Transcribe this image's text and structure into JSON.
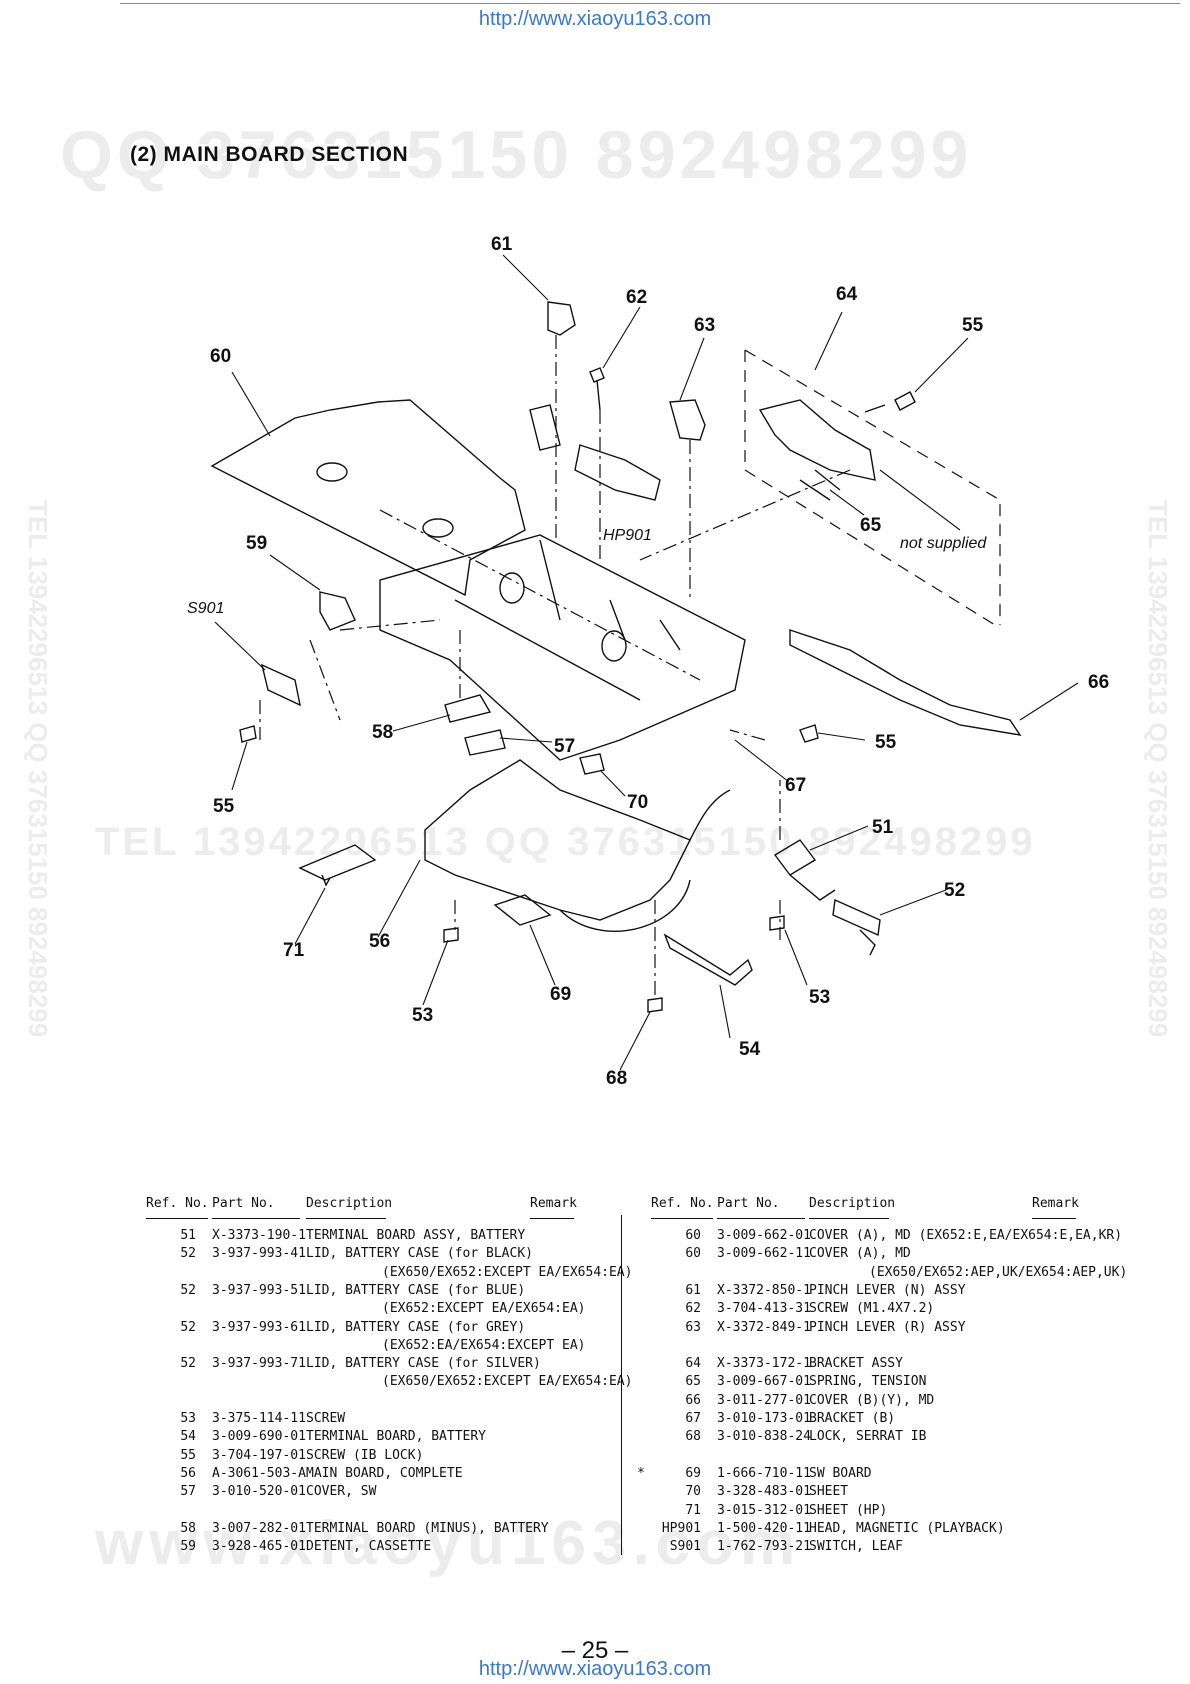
{
  "header": {
    "url": "http://www.xiaoyu163.com"
  },
  "footer": {
    "url": "http://www.xiaoyu163.com",
    "page": "– 25 –"
  },
  "watermarks": {
    "qq": "QQ 376315150   892498299",
    "tel": "TEL 13942296513   QQ 376315150  892498299",
    "web": "www.xiaoyu163.com",
    "side": "TEL 13942296513  QQ 376315150  892498299"
  },
  "section_title": "(2) MAIN BOARD SECTION",
  "diagram": {
    "callouts": [
      "51",
      "52",
      "53",
      "53",
      "54",
      "55",
      "55",
      "55",
      "56",
      "57",
      "58",
      "59",
      "60",
      "61",
      "62",
      "63",
      "64",
      "65",
      "66",
      "67",
      "68",
      "69",
      "70",
      "71"
    ],
    "hp901": "HP901",
    "s901": "S901",
    "not_supplied": "not supplied"
  },
  "table": {
    "headers": {
      "ref": "Ref. No.",
      "part": "Part No.",
      "desc": "Description",
      "remark": "Remark"
    },
    "left_rows": [
      {
        "mark": "",
        "ref": "51",
        "part": "X-3373-190-1",
        "desc": "TERMINAL BOARD ASSY, BATTERY"
      },
      {
        "mark": "",
        "ref": "52",
        "part": "3-937-993-41",
        "desc": "LID, BATTERY CASE (for BLACK)"
      },
      {
        "mark": "",
        "ref": "",
        "part": "",
        "desc": "(EX650/EX652:EXCEPT EA/EX654:EA)",
        "indent": true
      },
      {
        "mark": "",
        "ref": "52",
        "part": "3-937-993-51",
        "desc": "LID, BATTERY CASE (for BLUE)"
      },
      {
        "mark": "",
        "ref": "",
        "part": "",
        "desc": "(EX652:EXCEPT EA/EX654:EA)",
        "indent": true
      },
      {
        "mark": "",
        "ref": "52",
        "part": "3-937-993-61",
        "desc": "LID, BATTERY CASE (for GREY)"
      },
      {
        "mark": "",
        "ref": "",
        "part": "",
        "desc": "(EX652:EA/EX654:EXCEPT EA)",
        "indent": true
      },
      {
        "mark": "",
        "ref": "52",
        "part": "3-937-993-71",
        "desc": "LID, BATTERY CASE (for SILVER)"
      },
      {
        "mark": "",
        "ref": "",
        "part": "",
        "desc": "(EX650/EX652:EXCEPT EA/EX654:EA)",
        "indent": true
      },
      {
        "mark": "",
        "ref": "",
        "part": "",
        "desc": ""
      },
      {
        "mark": "",
        "ref": "53",
        "part": "3-375-114-11",
        "desc": "SCREW"
      },
      {
        "mark": "",
        "ref": "54",
        "part": "3-009-690-01",
        "desc": "TERMINAL BOARD, BATTERY"
      },
      {
        "mark": "",
        "ref": "55",
        "part": "3-704-197-01",
        "desc": "SCREW (IB LOCK)"
      },
      {
        "mark": "",
        "ref": "56",
        "part": "A-3061-503-A",
        "desc": "MAIN BOARD, COMPLETE"
      },
      {
        "mark": "",
        "ref": "57",
        "part": "3-010-520-01",
        "desc": "COVER, SW"
      },
      {
        "mark": "",
        "ref": "",
        "part": "",
        "desc": ""
      },
      {
        "mark": "",
        "ref": "58",
        "part": "3-007-282-01",
        "desc": "TERMINAL BOARD (MINUS), BATTERY"
      },
      {
        "mark": "",
        "ref": "59",
        "part": "3-928-465-01",
        "desc": "DETENT, CASSETTE"
      }
    ],
    "right_rows": [
      {
        "mark": "",
        "ref": "60",
        "part": "3-009-662-01",
        "desc": "COVER (A), MD (EX652:E,EA/EX654:E,EA,KR)"
      },
      {
        "mark": "",
        "ref": "60",
        "part": "3-009-662-11",
        "desc": "COVER (A), MD"
      },
      {
        "mark": "",
        "ref": "",
        "part": "",
        "desc": "(EX650/EX652:AEP,UK/EX654:AEP,UK)",
        "indent": true
      },
      {
        "mark": "",
        "ref": "61",
        "part": "X-3372-850-1",
        "desc": "PINCH LEVER (N) ASSY"
      },
      {
        "mark": "",
        "ref": "62",
        "part": "3-704-413-31",
        "desc": "SCREW (M1.4X7.2)"
      },
      {
        "mark": "",
        "ref": "63",
        "part": "X-3372-849-1",
        "desc": "PINCH LEVER (R) ASSY"
      },
      {
        "mark": "",
        "ref": "",
        "part": "",
        "desc": ""
      },
      {
        "mark": "",
        "ref": "64",
        "part": "X-3373-172-1",
        "desc": "BRACKET ASSY"
      },
      {
        "mark": "",
        "ref": "65",
        "part": "3-009-667-01",
        "desc": "SPRING, TENSION"
      },
      {
        "mark": "",
        "ref": "66",
        "part": "3-011-277-01",
        "desc": "COVER (B)(Y), MD"
      },
      {
        "mark": "",
        "ref": "67",
        "part": "3-010-173-01",
        "desc": "BRACKET (B)"
      },
      {
        "mark": "",
        "ref": "68",
        "part": "3-010-838-24",
        "desc": "LOCK, SERRAT IB"
      },
      {
        "mark": "",
        "ref": "",
        "part": "",
        "desc": ""
      },
      {
        "mark": "*",
        "ref": "69",
        "part": "1-666-710-11",
        "desc": "SW BOARD"
      },
      {
        "mark": "",
        "ref": "70",
        "part": "3-328-483-01",
        "desc": "SHEET"
      },
      {
        "mark": "",
        "ref": "71",
        "part": "3-015-312-01",
        "desc": "SHEET (HP)"
      },
      {
        "mark": "",
        "ref": "HP901",
        "part": "1-500-420-11",
        "desc": "HEAD, MAGNETIC (PLAYBACK)"
      },
      {
        "mark": "",
        "ref": "S901",
        "part": "1-762-793-21",
        "desc": "SWITCH, LEAF"
      }
    ]
  }
}
